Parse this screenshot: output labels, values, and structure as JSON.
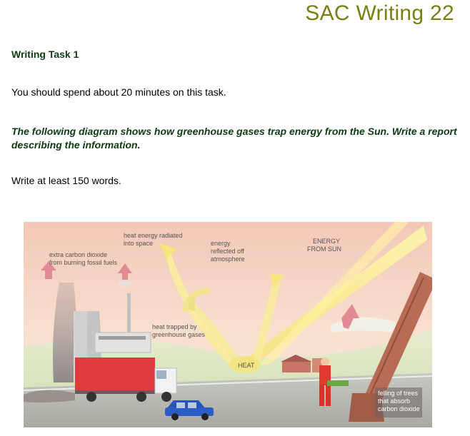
{
  "header": {
    "title": "SAC Writing 22"
  },
  "task": {
    "title": "Writing Task 1",
    "time_instruction": "You should spend about 20 minutes on this task.",
    "prompt": "The following diagram shows how greenhouse gases trap energy from the Sun. Write a report describing the information.",
    "word_count": "Write at least 150 words."
  },
  "diagram": {
    "labels": {
      "heat_radiated": [
        "heat energy radiated",
        "into space"
      ],
      "extra_carbon": [
        "extra carbon dioxide",
        "from burning fossil fuels"
      ],
      "energy_reflected": [
        "energy",
        "reflected off",
        "atmosphere"
      ],
      "energy_from_sun": [
        "ENERGY",
        "FROM SUN"
      ],
      "heat_trapped": [
        "heat trapped by",
        "greenhouse gases"
      ],
      "heat": "HEAT",
      "felling": [
        "felling of trees",
        "that absorb",
        "carbon dioxide"
      ]
    }
  }
}
